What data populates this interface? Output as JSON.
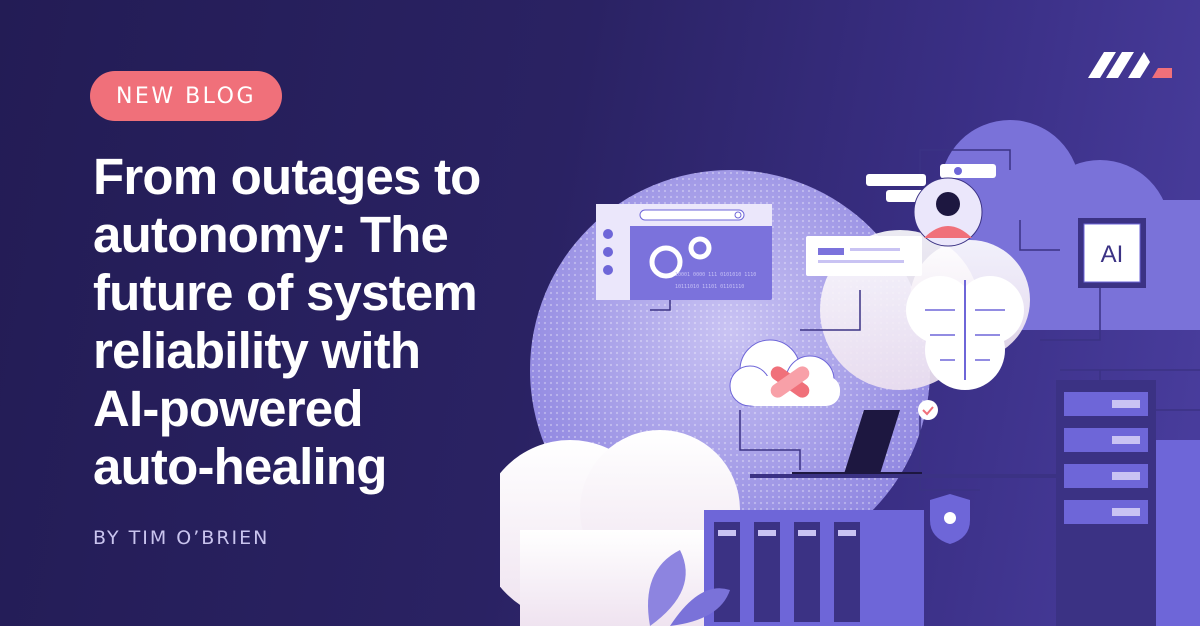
{
  "tag": {
    "label": "NEW BLOG"
  },
  "headline": {
    "lines": [
      "From outages to",
      "autonomy: The",
      "future of system",
      "reliability with",
      "AI-powered",
      "auto-healing"
    ]
  },
  "byline": "BY TIM O’BRIEN",
  "illustration": {
    "chip_label": "AI",
    "binary_line_1": "10001 0000 111 0101010 1110",
    "binary_line_2": "10111010 11101 01101110"
  },
  "colors": {
    "background": "#27205a",
    "accent": "#f0707a",
    "headline": "#ffffff",
    "byline": "#c9c4ee",
    "illustration_purple": "#6e66d8",
    "illustration_light": "#ece8fb"
  },
  "icons": [
    "brand-logo",
    "gear-icon",
    "bandage-icon",
    "check-icon",
    "lock-shield-icon",
    "search-icon",
    "user-icon",
    "brain-icon",
    "leaf-icon"
  ]
}
